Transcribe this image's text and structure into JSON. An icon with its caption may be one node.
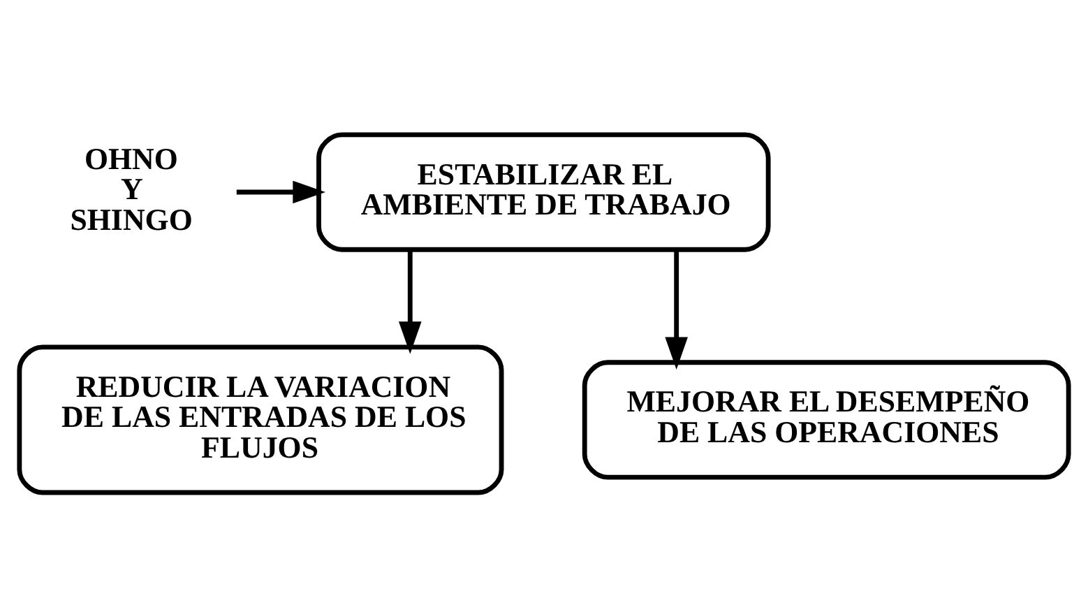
{
  "diagram": {
    "nodes": [
      {
        "text": [
          "OHNO Y SHINGO"
        ]
      },
      {
        "text": [
          "ESTABILIZAR EL AMBIENTE DE TRABAJO"
        ]
      },
      {
        "text": [
          "REDUCIR LA VARIACION DE LAS ENTRADAS DE LOS FLUJOS"
        ]
      },
      {
        "text": [
          "MEJORAR EL DESEMPEÑO DE LAS OPERACIONES"
        ]
      }
    ],
    "edges": [
      {
        "from": 0,
        "to": 1,
        "arrow": "to"
      },
      {
        "from": 1,
        "to": 2,
        "arrow": "to"
      },
      {
        "from": 1,
        "to": 3,
        "arrow": "to"
      }
    ]
  }
}
